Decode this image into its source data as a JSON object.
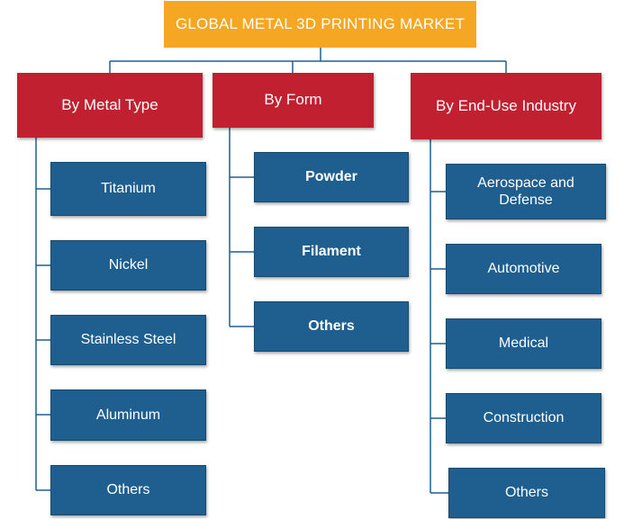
{
  "title": "GLOBAL METAL 3D PRINTING MARKET",
  "categories": [
    {
      "label": "By Metal Type",
      "items": [
        "Titanium",
        "Nickel",
        "Stainless Steel",
        "Aluminum",
        "Others"
      ]
    },
    {
      "label": "By Form",
      "items": [
        "Powder",
        "Filament",
        "Others"
      ]
    },
    {
      "label": "By End-Use Industry",
      "items": [
        "Aerospace and Defense",
        "Automotive",
        "Medical",
        "Construction",
        "Others"
      ]
    }
  ],
  "colors": {
    "root": "#f5a623",
    "category": "#c0202f",
    "leaf": "#1f5f8f",
    "connector": "#1f5f8f"
  }
}
